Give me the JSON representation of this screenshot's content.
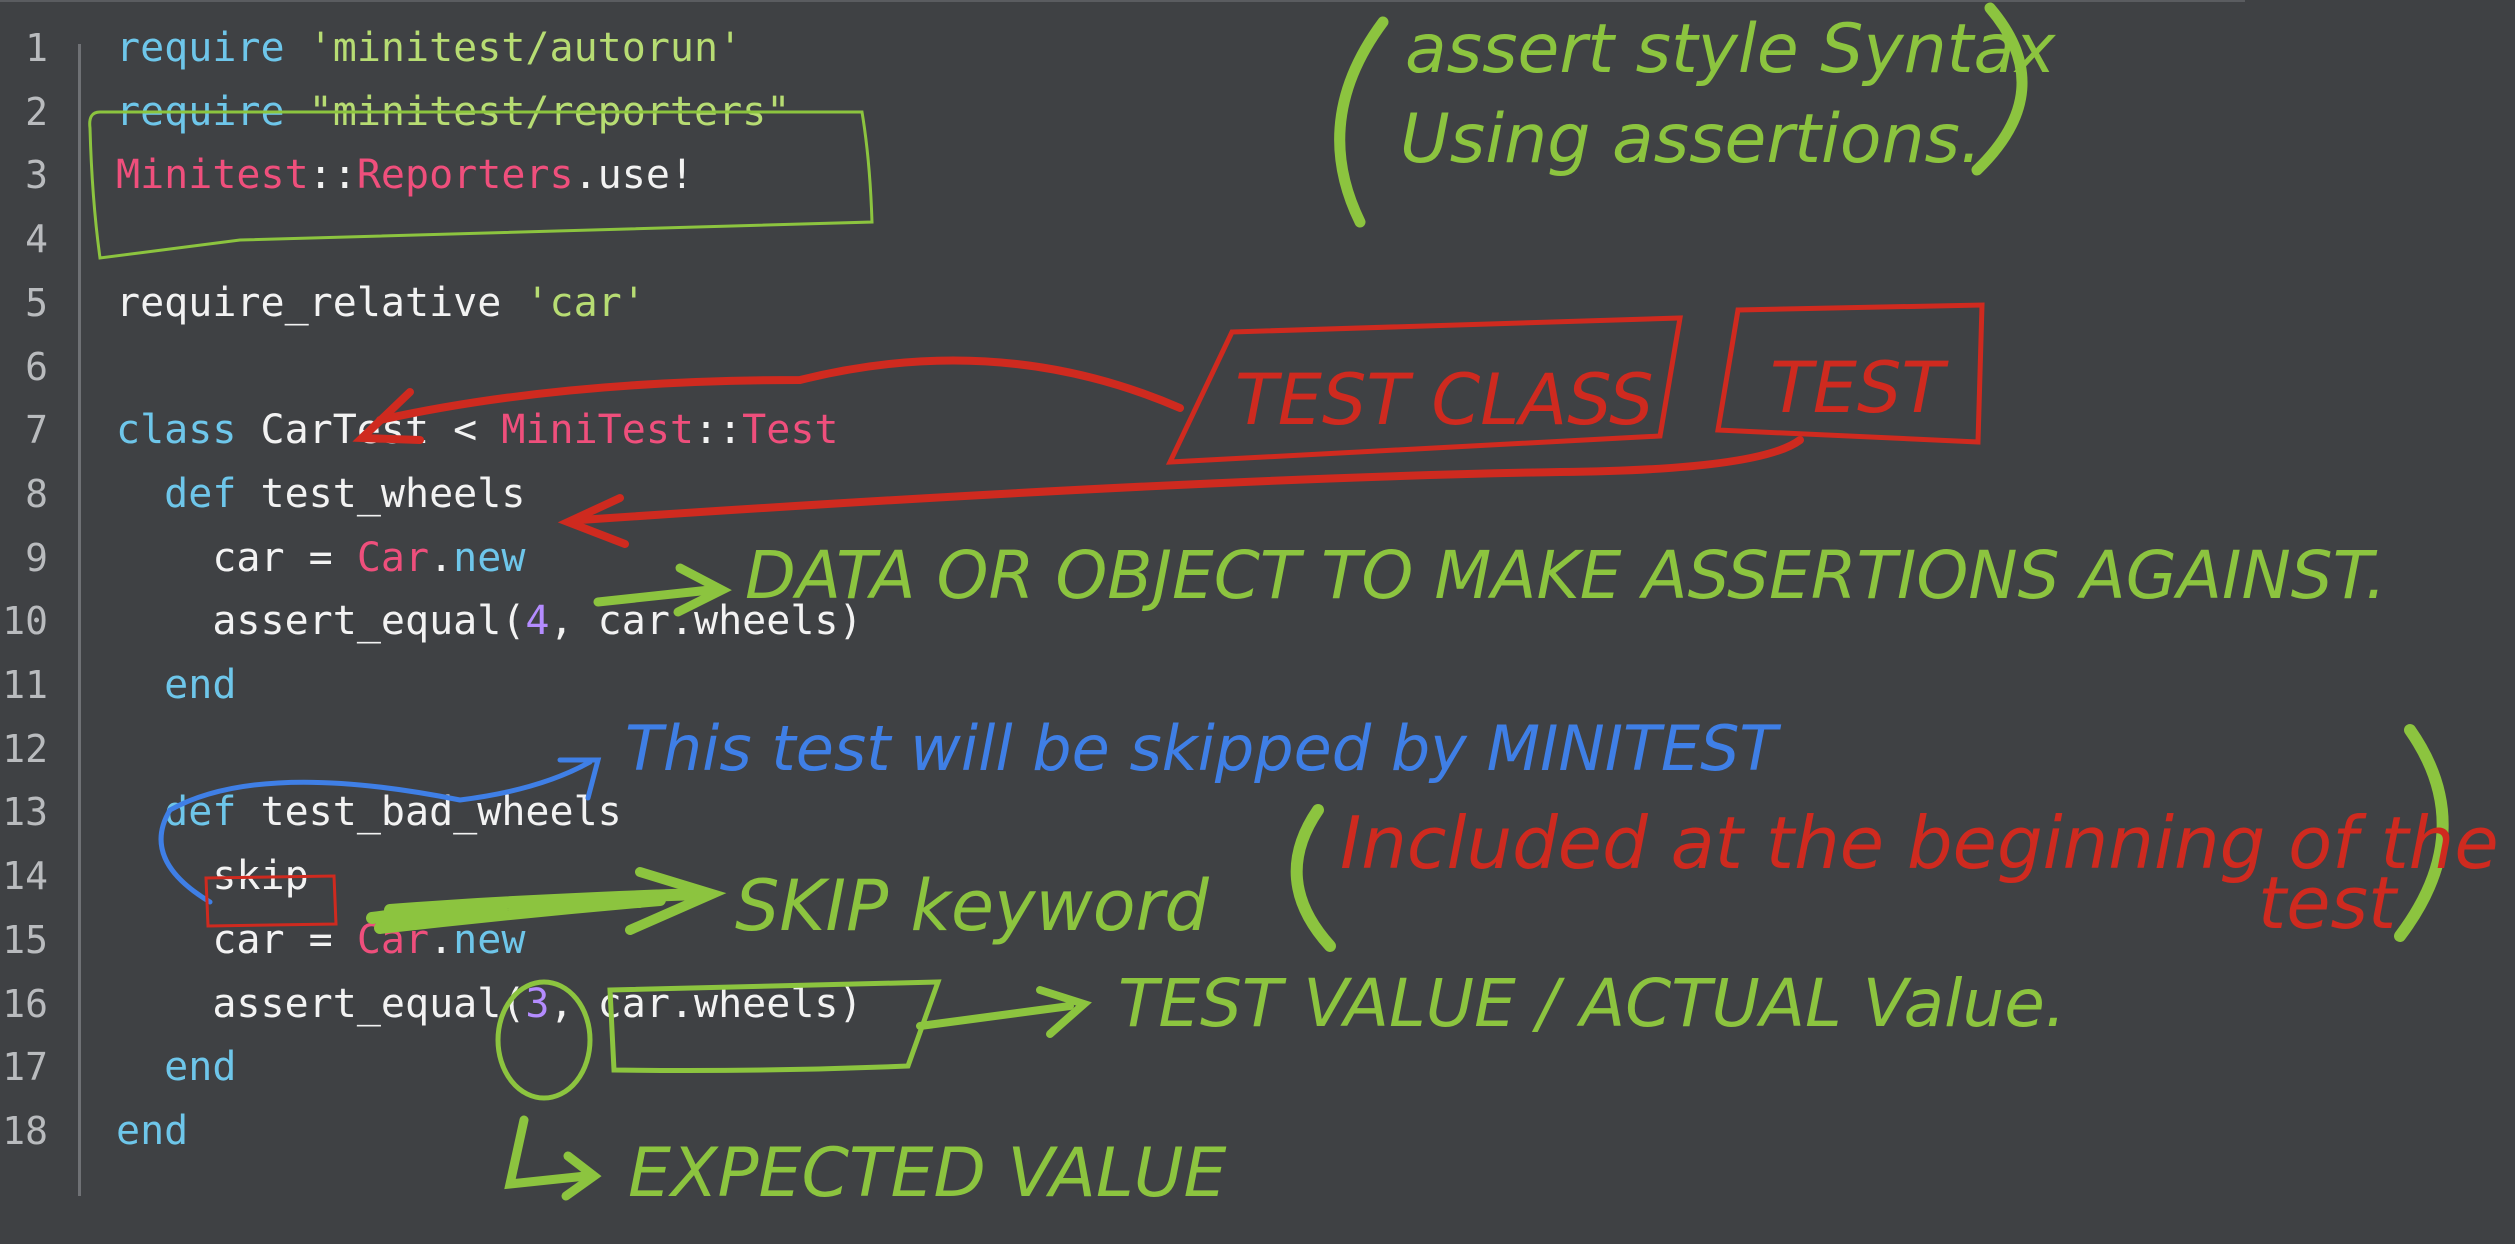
{
  "code_lines": [
    {
      "num": "1",
      "tokens": [
        {
          "t": "require",
          "c": "k"
        },
        {
          "t": " ",
          "c": "p"
        },
        {
          "t": "'minitest/autorun'",
          "c": "s"
        }
      ]
    },
    {
      "num": "2",
      "tokens": [
        {
          "t": "require",
          "c": "k"
        },
        {
          "t": " ",
          "c": "p"
        },
        {
          "t": "\"minitest/reporters\"",
          "c": "s"
        }
      ]
    },
    {
      "num": "3",
      "tokens": [
        {
          "t": "Minitest",
          "c": "c"
        },
        {
          "t": "::",
          "c": "p"
        },
        {
          "t": "Reporters",
          "c": "c"
        },
        {
          "t": ".use!",
          "c": "p"
        }
      ]
    },
    {
      "num": "4",
      "tokens": []
    },
    {
      "num": "5",
      "tokens": [
        {
          "t": "require_relative",
          "c": "p"
        },
        {
          "t": " ",
          "c": "p"
        },
        {
          "t": "'car'",
          "c": "s"
        }
      ]
    },
    {
      "num": "6",
      "tokens": []
    },
    {
      "num": "7",
      "tokens": [
        {
          "t": "class",
          "c": "k"
        },
        {
          "t": " CarTest < ",
          "c": "p"
        },
        {
          "t": "MiniTest",
          "c": "c"
        },
        {
          "t": "::",
          "c": "p"
        },
        {
          "t": "Test",
          "c": "c"
        }
      ]
    },
    {
      "num": "8",
      "tokens": [
        {
          "t": "  ",
          "c": "p"
        },
        {
          "t": "def",
          "c": "k"
        },
        {
          "t": " test_wheels",
          "c": "p"
        }
      ]
    },
    {
      "num": "9",
      "tokens": [
        {
          "t": "    car = ",
          "c": "p"
        },
        {
          "t": "Car",
          "c": "c"
        },
        {
          "t": ".",
          "c": "p"
        },
        {
          "t": "new",
          "c": "m"
        }
      ]
    },
    {
      "num": "10",
      "tokens": [
        {
          "t": "    assert_equal(",
          "c": "p"
        },
        {
          "t": "4",
          "c": "n"
        },
        {
          "t": ", car.wheels)",
          "c": "p"
        }
      ]
    },
    {
      "num": "11",
      "tokens": [
        {
          "t": "  ",
          "c": "p"
        },
        {
          "t": "end",
          "c": "k"
        }
      ]
    },
    {
      "num": "12",
      "tokens": []
    },
    {
      "num": "13",
      "tokens": [
        {
          "t": "  ",
          "c": "p"
        },
        {
          "t": "def",
          "c": "k"
        },
        {
          "t": " test_bad_wheels",
          "c": "p"
        }
      ]
    },
    {
      "num": "14",
      "tokens": [
        {
          "t": "    skip",
          "c": "p"
        }
      ]
    },
    {
      "num": "15",
      "tokens": [
        {
          "t": "    car = ",
          "c": "p"
        },
        {
          "t": "Car",
          "c": "c"
        },
        {
          "t": ".",
          "c": "p"
        },
        {
          "t": "new",
          "c": "m"
        }
      ]
    },
    {
      "num": "16",
      "tokens": [
        {
          "t": "    assert_equal(",
          "c": "p"
        },
        {
          "t": "3",
          "c": "n"
        },
        {
          "t": ", car.wheels)",
          "c": "p"
        }
      ]
    },
    {
      "num": "17",
      "tokens": [
        {
          "t": "  ",
          "c": "p"
        },
        {
          "t": "end",
          "c": "k"
        }
      ]
    },
    {
      "num": "18",
      "tokens": [
        {
          "t": "end",
          "c": "k"
        }
      ]
    }
  ],
  "annotations": {
    "assert_style_1": "assert style Syntax",
    "assert_style_2": "Using assertions.",
    "test_class": "TEST CLASS",
    "test": "TEST",
    "data_object": "DATA OR OBJECT TO MAKE ASSERTIONS AGAINST.",
    "skipped": "This test will be skipped by MINITEST",
    "skip_keyword": "SKIP keyword",
    "included_1": "Included at the beginning of the",
    "included_2": "test",
    "test_value": "TEST VALUE / ACTUAL Value.",
    "expected_value": "EXPECTED VALUE"
  },
  "colors": {
    "background": "#3f4144",
    "green_ink": "#8cc43f",
    "red_ink": "#cf2a1f",
    "blue_ink": "#3f7fe6"
  }
}
